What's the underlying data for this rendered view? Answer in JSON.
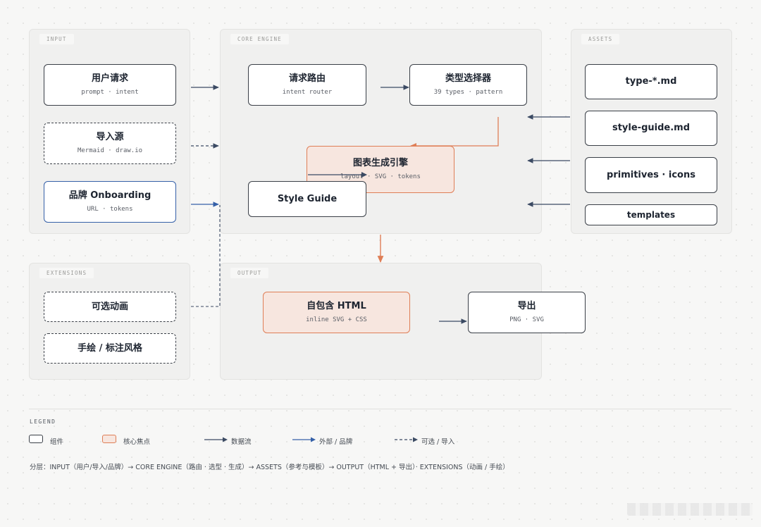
{
  "groups": {
    "input": "INPUT",
    "core": "CORE ENGINE",
    "assets": "ASSETS",
    "extensions": "EXTENSIONS",
    "output": "OUTPUT"
  },
  "nodes": {
    "user_request": {
      "title": "用户请求",
      "sub": "prompt · intent"
    },
    "import_source": {
      "title": "导入源",
      "sub": "Mermaid · draw.io"
    },
    "brand_onboarding": {
      "title": "品牌 Onboarding",
      "sub": "URL · tokens"
    },
    "request_router": {
      "title": "请求路由",
      "sub": "intent router"
    },
    "type_selector": {
      "title": "类型选择器",
      "sub": "39 types · pattern"
    },
    "diagram_engine": {
      "title": "图表生成引擎",
      "sub": "layout · SVG · tokens"
    },
    "style_guide": {
      "title": "Style Guide"
    },
    "asset_type_md": {
      "title": "type-*.md"
    },
    "asset_style_guide": {
      "title": "style-guide.md"
    },
    "asset_primitives": {
      "title": "primitives · icons"
    },
    "asset_templates": {
      "title": "templates"
    },
    "optional_animation": {
      "title": "可选动画"
    },
    "hand_drawn": {
      "title": "手绘 / 标注风格"
    },
    "html_output": {
      "title": "自包含 HTML",
      "sub": "inline SVG + CSS"
    },
    "export": {
      "title": "导出",
      "sub": "PNG · SVG"
    }
  },
  "legend": {
    "title": "LEGEND",
    "component": "组件",
    "focus": "核心焦点",
    "data_flow": "数据流",
    "external": "外部 / 品牌",
    "optional": "可选 / 导入"
  },
  "footer": "分层：INPUT（用户/导入/品牌）→ CORE ENGINE（路由 · 选型 · 生成）→ ASSETS（参考与模板）→ OUTPUT（HTML + 导出）· EXTENSIONS（动画 / 手绘）",
  "colors": {
    "ink": "#3a3f47",
    "flow": "#3b4a63",
    "brand": "#3560a8",
    "accent": "#df7e56",
    "focus_fill": "#f7e6df"
  }
}
